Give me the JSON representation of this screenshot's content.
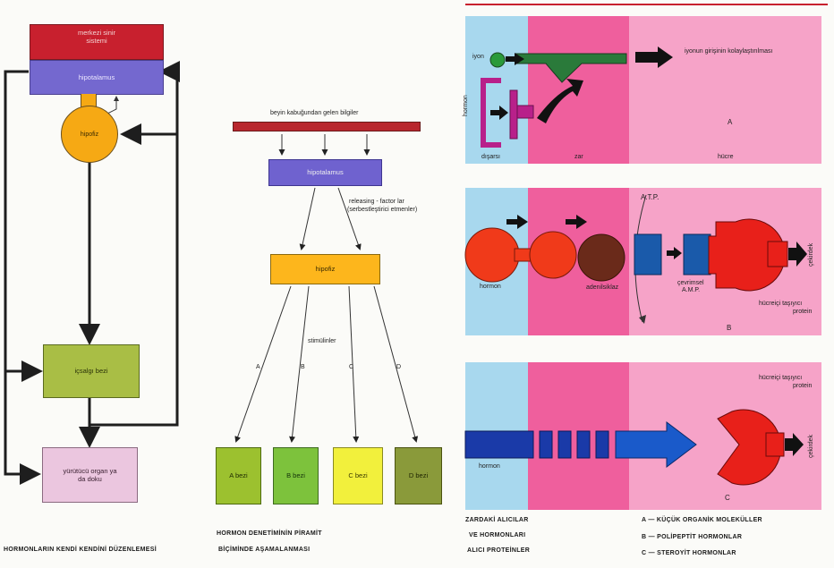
{
  "colors": {
    "red": "#c8202e",
    "blue": "#7468cf",
    "orange": "#f6a914",
    "green": "#a9be45",
    "pink": "#ebc6df",
    "pyramid_top": "#b8262e",
    "pyramid_blue": "#6f62cf",
    "pyramid_orange": "#fdb61c",
    "gland_a": "#9cc12f",
    "gland_b": "#7dc23c",
    "gland_c": "#f2f03c",
    "gland_d": "#8a9a3a",
    "light_blue": "#a8d8ee",
    "pink_mid": "#ef5f9d",
    "pink_light": "#f6a3c8"
  },
  "left": {
    "cns": "merkezi sinir sistemi",
    "hypothalamus": "hipotalamus",
    "pituitary": "hipofiz",
    "endocrine_gland": "içsalgı bezi",
    "target_organ": "yürütücü organ ya da doku",
    "caption": "HORMONLARIN KENDİ KENDİNİ DÜZENLEMESİ"
  },
  "middle": {
    "cortex_info": "beyin kabuğundan gelen bilgiler",
    "hypothalamus": "hipotalamus",
    "releasing": "releasing - factor lar",
    "releasing_sub": "(serbestleştirici etmenler)",
    "pituitary": "hipofiz",
    "stimulins": "stimülinler",
    "paths": [
      "A",
      "B",
      "C",
      "D"
    ],
    "glands": [
      "A bezi",
      "B bezi",
      "C bezi",
      "D bezi"
    ],
    "caption_1": "HORMON DENETİMİNİN PİRAMİT",
    "caption_2": "BİÇİMİNDE AŞAMALANMASI"
  },
  "right": {
    "panel_a": {
      "ion": "iyon",
      "hormone": "hormon",
      "outside": "dışarsı",
      "membrane": "zar",
      "ion_entry": "iyonun girişinin kolaylaştırılması",
      "letter": "A",
      "cell": "hücre"
    },
    "panel_b": {
      "atp": "A.T.P.",
      "hormone": "hormon",
      "adenylase": "adenilsiklaz",
      "camp_1": "çevrimsel",
      "camp_2": "A.M.P.",
      "nucleus": "çekirdek",
      "carrier_1": "hücreiçi taşıyıcı",
      "carrier_2": "protein",
      "letter": "B"
    },
    "panel_c": {
      "carrier_1": "hücreiçi taşıyıcı",
      "carrier_2": "protein",
      "hormone": "hormon",
      "nucleus": "çekirdek",
      "letter": "C"
    },
    "caption_1": "ZARDAKİ ALICILAR",
    "caption_2": "VE HORMONLARI",
    "caption_3": "ALICI PROTEİNLER",
    "legend": [
      "A — KÜÇÜK ORGANİK MOLEKÜLLER",
      "B — POLİPEPTİT HORMONLAR",
      "C — STEROYİT HORMONLAR"
    ]
  }
}
